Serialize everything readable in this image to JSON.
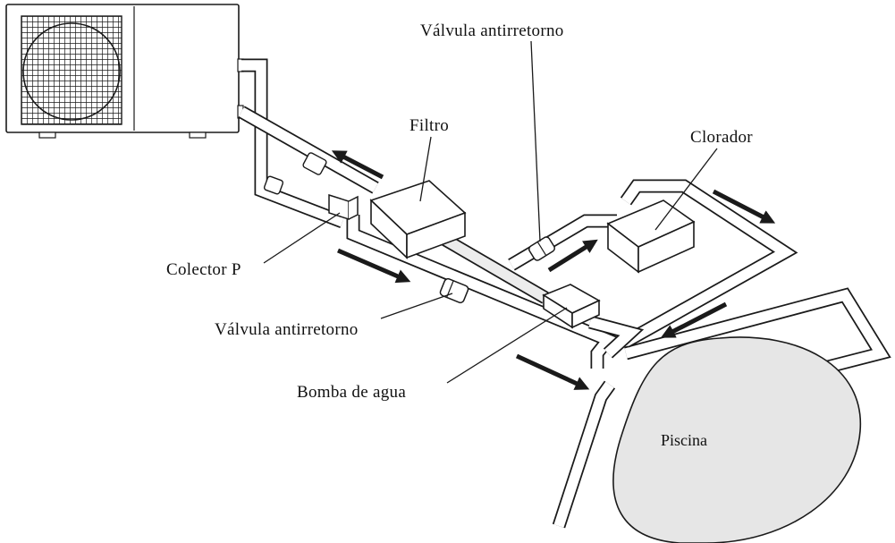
{
  "labels": {
    "filter": "Filtro",
    "chlorinator": "Clorador",
    "check_valve_top": "Válvula antirretorno",
    "collector": "Colector P",
    "check_valve_bottom": "Válvula antirretorno",
    "pump": "Bomba de agua",
    "pool": "Piscina"
  },
  "colors": {
    "line": "#1a1a1a",
    "pool_fill": "#e6e6e6",
    "box_shade": "#dcdcdc",
    "background": "#ffffff"
  },
  "icons": {
    "heat_pump": "heat-pump-unit",
    "fan": "fan-grille",
    "arrow": "flow-arrow"
  }
}
